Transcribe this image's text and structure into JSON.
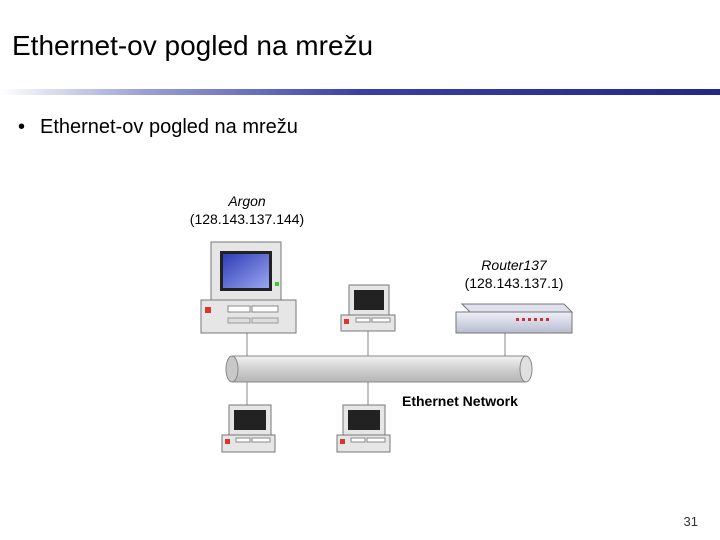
{
  "slide": {
    "title": "Ethernet-ov pogled na mrežu",
    "bullet": "Ethernet-ov pogled na mrežu",
    "page_number": "31"
  },
  "diagram": {
    "argon": {
      "name": "Argon",
      "ip": "(128.143.137.144)"
    },
    "router": {
      "name": "Router137",
      "ip": "(128.143.137.1)"
    },
    "network_label": "Ethernet Network"
  },
  "colors": {
    "title_rule": "#23278a",
    "bus_fill": "#d8d8d8",
    "screen_blue": "#4a5ccf",
    "device_body": "#e6e6e6"
  }
}
